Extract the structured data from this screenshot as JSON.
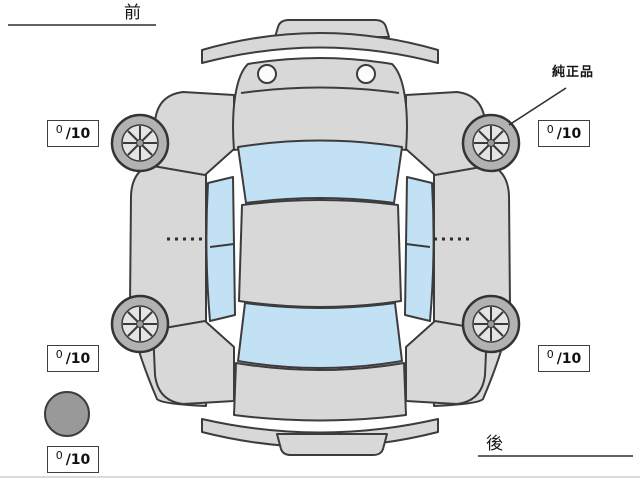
{
  "diagram": {
    "orientation_labels": {
      "front": "前",
      "rear": "後"
    },
    "callout": {
      "genuine_part": "純正品"
    },
    "tread_scores": {
      "front_left": {
        "value": "0",
        "max": "/10"
      },
      "front_right": {
        "value": "0",
        "max": "/10"
      },
      "rear_left": {
        "value": "0",
        "max": "/10"
      },
      "rear_right": {
        "value": "0",
        "max": "/10"
      },
      "spare": {
        "value": "0",
        "max": "/10"
      }
    },
    "colors": {
      "body": "#d8d8d8",
      "glass": "#c3e1f5",
      "tire": "#b2b2b2",
      "rim": "#e4e4e4",
      "spare_tire": "#999999",
      "outline": "#3c3c3c"
    }
  }
}
